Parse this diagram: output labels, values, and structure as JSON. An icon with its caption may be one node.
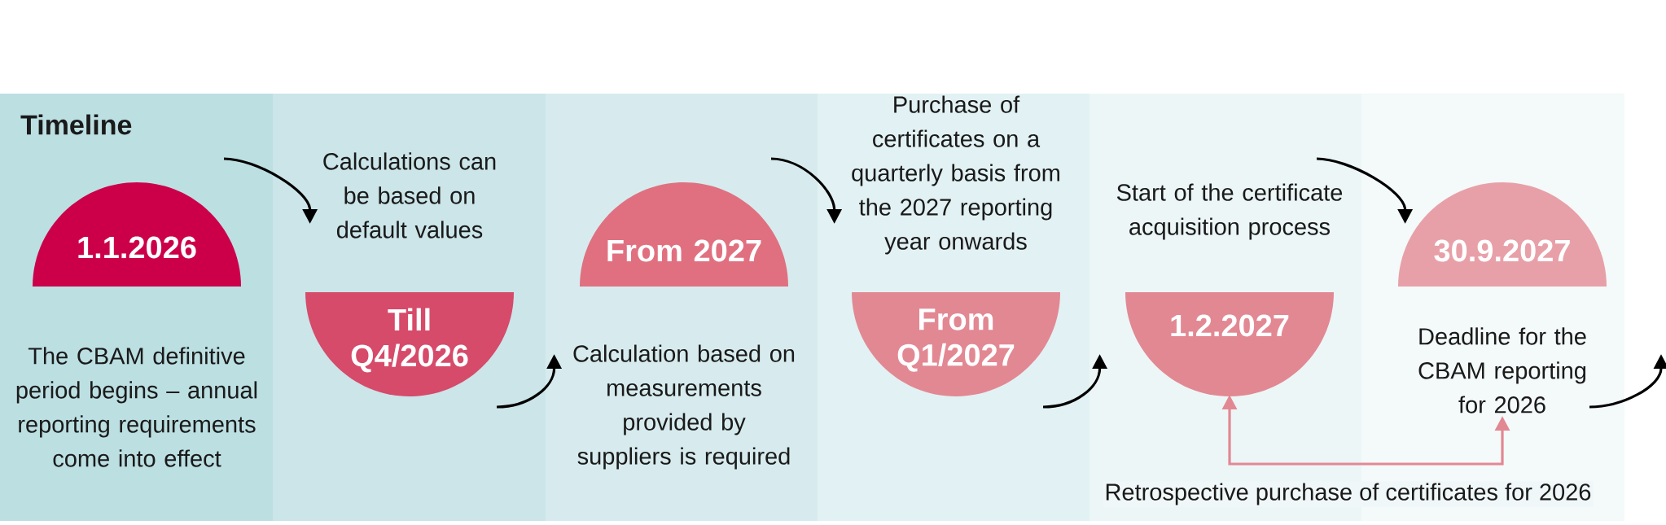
{
  "diagram": {
    "title": "Timeline",
    "nodes": [
      {
        "text": [
          "1.1.2026"
        ],
        "beside": [
          "The CBAM definitive period begins – annual reporting requirements come into effect"
        ]
      },
      {
        "text": [
          "Till Q4/2026"
        ],
        "beside": [
          "Calculations can be based on default values"
        ]
      },
      {
        "text": [
          "From 2027"
        ],
        "beside": [
          "Calculation based on measurements provided by suppliers is required"
        ]
      },
      {
        "text": [
          "From Q1/2027"
        ],
        "beside": [
          "Purchase of certificates on a quarterly basis from the 2027 reporting year onwards"
        ]
      },
      {
        "text": [
          "1.2.2027"
        ],
        "beside": [
          "Start of the certificate acquisition process"
        ]
      },
      {
        "text": [
          "30.9.2027"
        ],
        "beside": [
          "Deadline for the CBAM reporting for 2026"
        ]
      }
    ],
    "edges": [
      {
        "from": 0,
        "to": 1,
        "arrow": "to"
      },
      {
        "from": 1,
        "to": 2,
        "arrow": "to"
      },
      {
        "from": 2,
        "to": 3,
        "arrow": "to"
      },
      {
        "from": 3,
        "to": 4,
        "arrow": "to"
      },
      {
        "from": 4,
        "to": 5,
        "arrow": "to"
      },
      {
        "from": 5,
        "to": null,
        "arrow": "to"
      },
      {
        "from": 4,
        "to": 5,
        "arrow": "both",
        "label": "Retrospective purchase of certificates for 2026",
        "color": "#e28893"
      }
    ]
  }
}
